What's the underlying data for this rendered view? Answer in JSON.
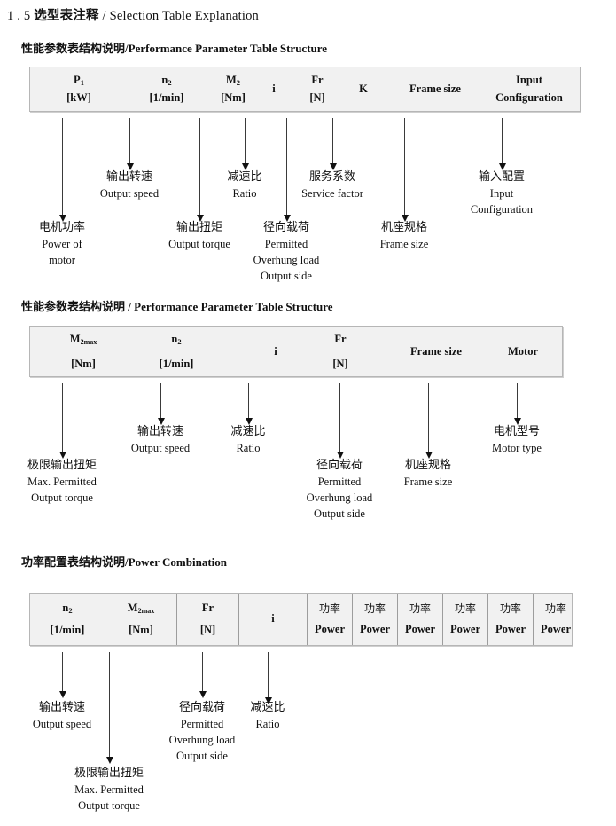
{
  "document": {
    "section_number": "1 . 5",
    "title_cn": "选型表注释",
    "separator": "/",
    "title_en": "Selection Table Explanation"
  },
  "sections": [
    {
      "heading_cn": "性能参数表结构说明",
      "heading_sep": "/",
      "heading_en": "Performance Parameter Table Structure",
      "table": {
        "columns": [
          {
            "line1": "P",
            "sub1": "1",
            "line2": "[kW]"
          },
          {
            "line1": "n",
            "sub1": "2",
            "line2": "[1/min]"
          },
          {
            "line1": "M",
            "sub1": "2",
            "line2": "[Nm]"
          },
          {
            "line1": "i",
            "sub1": "",
            "line2": ""
          },
          {
            "line1": "Fr",
            "sub1": "",
            "line2": "[N]"
          },
          {
            "line1": "K",
            "sub1": "",
            "line2": ""
          },
          {
            "line1": "Frame size",
            "sub1": "",
            "line2": ""
          },
          {
            "line1": "Input",
            "sub1": "",
            "line2": "Configuration"
          }
        ]
      },
      "notes": [
        {
          "cn": "电机功率",
          "en": [
            "Power of",
            "motor"
          ]
        },
        {
          "cn": "输出转速",
          "en": [
            "Output speed"
          ]
        },
        {
          "cn": "输出扭矩",
          "en": [
            "Output torque"
          ]
        },
        {
          "cn": "减速比",
          "en": [
            "Ratio"
          ]
        },
        {
          "cn": "径向载荷",
          "en": [
            "Permitted",
            "Overhung load",
            "Output side"
          ]
        },
        {
          "cn": "服务系数",
          "en": [
            "Service factor"
          ]
        },
        {
          "cn": "机座规格",
          "en": [
            "Frame size"
          ]
        },
        {
          "cn": "输入配置",
          "en": [
            "Input",
            "Configuration"
          ]
        }
      ]
    },
    {
      "heading_cn": "性能参数表结构说明",
      "heading_sep": "/",
      "heading_en": "Performance Parameter Table Structure",
      "table": {
        "columns": [
          {
            "line1": "M",
            "sub1": "2max",
            "line2": "[Nm]"
          },
          {
            "line1": "n",
            "sub1": "2",
            "line2": "[1/min]"
          },
          {
            "line1": "i",
            "sub1": "",
            "line2": ""
          },
          {
            "line1": "Fr",
            "sub1": "",
            "line2": "[N]"
          },
          {
            "line1": "Frame size",
            "sub1": "",
            "line2": ""
          },
          {
            "line1": "Motor",
            "sub1": "",
            "line2": ""
          }
        ]
      },
      "notes": [
        {
          "cn": "极限输出扭矩",
          "en": [
            "Max. Permitted",
            "Output  torque"
          ]
        },
        {
          "cn": "输出转速",
          "en": [
            "Output speed"
          ]
        },
        {
          "cn": "减速比",
          "en": [
            "Ratio"
          ]
        },
        {
          "cn": "径向载荷",
          "en": [
            "Permitted",
            "Overhung load",
            "Output side"
          ]
        },
        {
          "cn": "机座规格",
          "en": [
            "Frame size"
          ]
        },
        {
          "cn": "电机型号",
          "en": [
            "Motor type"
          ]
        }
      ]
    },
    {
      "heading_cn": "功率配置表结构说明",
      "heading_sep": "/",
      "heading_en": "Power Combination",
      "table": {
        "columns": [
          {
            "line1": "n",
            "sub1": "2",
            "line2": "[1/min]"
          },
          {
            "line1": "M",
            "sub1": "2max",
            "line2": "[Nm]"
          },
          {
            "line1": "Fr",
            "sub1": "",
            "line2": "[N]"
          },
          {
            "line1": "i",
            "sub1": "",
            "line2": ""
          },
          {
            "line1": "功率",
            "sub1": "",
            "line2": "Power"
          },
          {
            "line1": "功率",
            "sub1": "",
            "line2": "Power"
          },
          {
            "line1": "功率",
            "sub1": "",
            "line2": "Power"
          },
          {
            "line1": "功率",
            "sub1": "",
            "line2": "Power"
          },
          {
            "line1": "功率",
            "sub1": "",
            "line2": "Power"
          },
          {
            "line1": "功率",
            "sub1": "",
            "line2": "Power"
          }
        ]
      },
      "notes": [
        {
          "cn": "输出转速",
          "en": [
            "Output speed"
          ]
        },
        {
          "cn": "极限输出扭矩",
          "en": [
            "Max. Permitted",
            "Output  torque"
          ]
        },
        {
          "cn": "径向载荷",
          "en": [
            "Permitted",
            "Overhung load",
            "Output side"
          ]
        },
        {
          "cn": "减速比",
          "en": [
            "Ratio"
          ]
        }
      ]
    }
  ],
  "colors": {
    "table_fill": "#f1f1f1",
    "table_border": "#b6b6b6",
    "divider": "#9d9d9d",
    "arrow": "#111111",
    "text": "#111111",
    "page_bg": "#ffffff"
  }
}
